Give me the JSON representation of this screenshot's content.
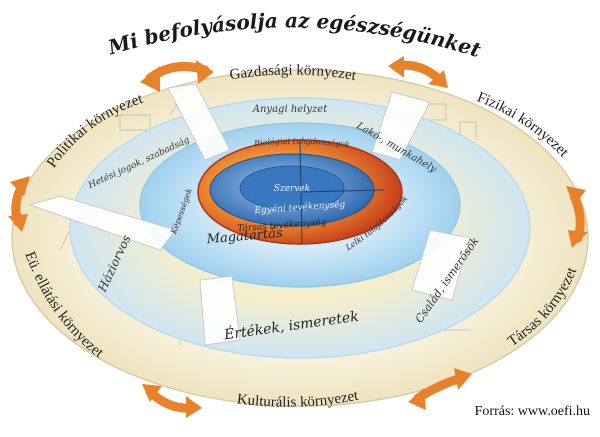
{
  "title": "Mi befolyásolja az egészségünket?",
  "source": "Forrás: www.oefi.hu",
  "outer_ring": {
    "economic": "Gazdasági környezet",
    "physical": "Fizikai környezet",
    "social": "Társas környezet",
    "cultural": "Kulturális környezet",
    "health_care": "Eü. ellátási környezet",
    "political": "Politikai környezet"
  },
  "middle_ring": {
    "financial": "Anyagi helyzet",
    "living_working": "Lakó-, munkahely",
    "family_friends": "Család, ismerősök",
    "values_knowledge": "Értékek, ismeretek",
    "gp": "Háziorvos",
    "freedom": "Hetési jogok, szabadság"
  },
  "inner_ring": {
    "behavior": "Magatartás",
    "biological": "Biológiai tulajdonságok",
    "mental": "Lelki tulajdonságok",
    "abilities": "Képességek"
  },
  "core": {
    "organs": "Szervek",
    "individual_activity": "Egyéni tevékenység",
    "social_activity": "Társas tevékenység"
  },
  "colors": {
    "title": "#1a1a1a",
    "arrow_orange": "#e8822a",
    "arrow_dark": "#c8551a",
    "core_red": "#d2461e",
    "core_orange": "#f0a040",
    "core_blue": "#2f6db5",
    "core_light": "#7fb6e6",
    "ring_blue": "#bfe0f2",
    "ring_yellow": "#f6e9a8",
    "panel_cream": "#f8f5ec"
  }
}
